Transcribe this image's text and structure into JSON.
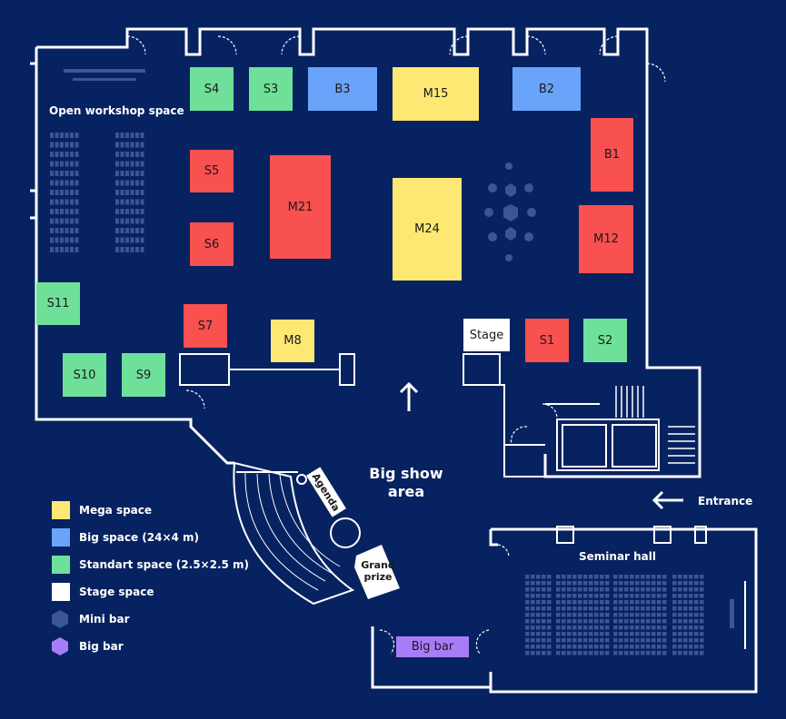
{
  "areas": {
    "workshop": "Open workshop space",
    "big_show_line1": "Big show",
    "big_show_line2": "area",
    "entrance": "Entrance",
    "seminar": "Seminar hall",
    "agenda": "Agenda",
    "grand_prize_line1": "Grand",
    "grand_prize_line2": "prize",
    "big_bar": "Big bar",
    "stage": "Stage"
  },
  "booths": {
    "s1": "S1",
    "s2": "S2",
    "s3": "S3",
    "s4": "S4",
    "s5": "S5",
    "s6": "S6",
    "s7": "S7",
    "s9": "S9",
    "s10": "S10",
    "s11": "S11",
    "b1": "B1",
    "b2": "B2",
    "b3": "B3",
    "m8": "M8",
    "m12": "M12",
    "m15": "M15",
    "m21": "M21",
    "m24": "M24"
  },
  "legend": {
    "mega": "Mega space",
    "big": "Big space (24×4 m)",
    "standart": "Standart space (2.5×2.5 m)",
    "stage": "Stage space",
    "mini_bar": "Mini bar",
    "big_bar": "Big bar"
  },
  "colors": {
    "background": "#072260",
    "mega": "#fde874",
    "big": "#6aa4fa",
    "standart": "#6ee09a",
    "stage": "#ffffff",
    "booked": "#f95050",
    "mini_bar": "#3a5694",
    "big_bar": "#a97cf7"
  }
}
